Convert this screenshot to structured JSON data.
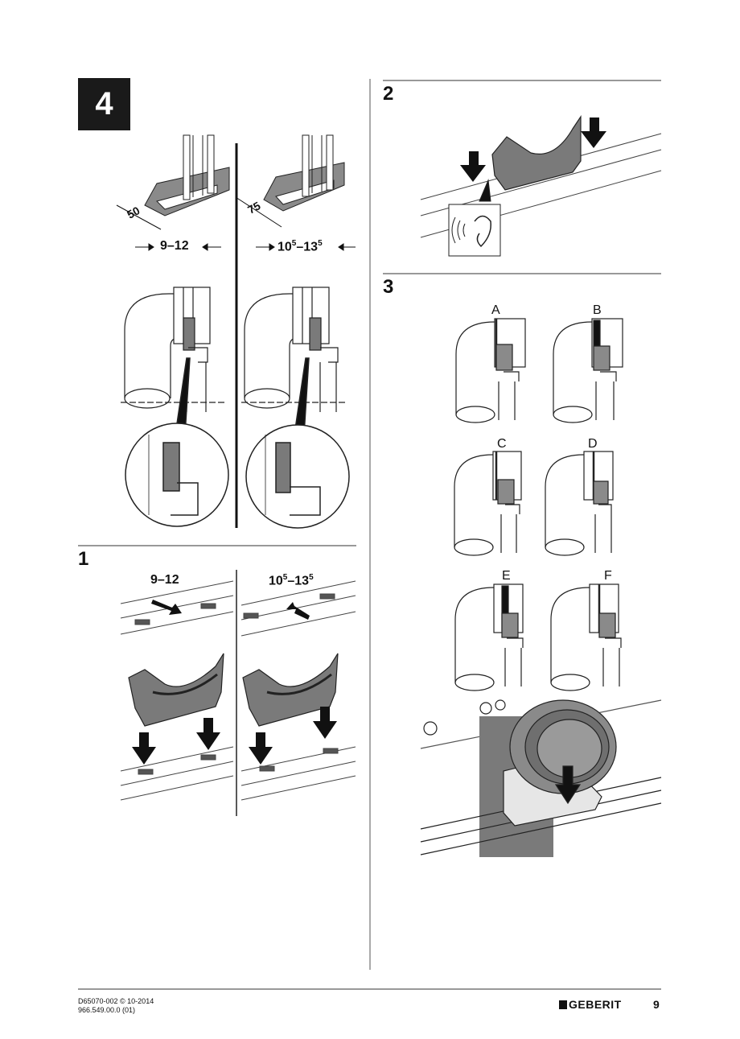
{
  "steps": {
    "four": "4",
    "one": "1",
    "two": "2",
    "three": "3"
  },
  "dimensions": {
    "wall_a": "50",
    "wall_b": "75",
    "range_a": "9–12",
    "range_b_main": "10",
    "range_b_sup1": "5",
    "range_b_dash": "–13",
    "range_b_sup2": "5"
  },
  "variants": [
    "A",
    "B",
    "C",
    "D",
    "E",
    "F"
  ],
  "footer": {
    "doc_code": "D65070-002 © 10-2014",
    "part_number": "966.549.00.0 (01)",
    "brand": "GEBERIT",
    "page_number": "9"
  },
  "colors": {
    "ink": "#111111",
    "grey_fill": "#7a7a7a",
    "light_grey": "#d9d9d9"
  }
}
